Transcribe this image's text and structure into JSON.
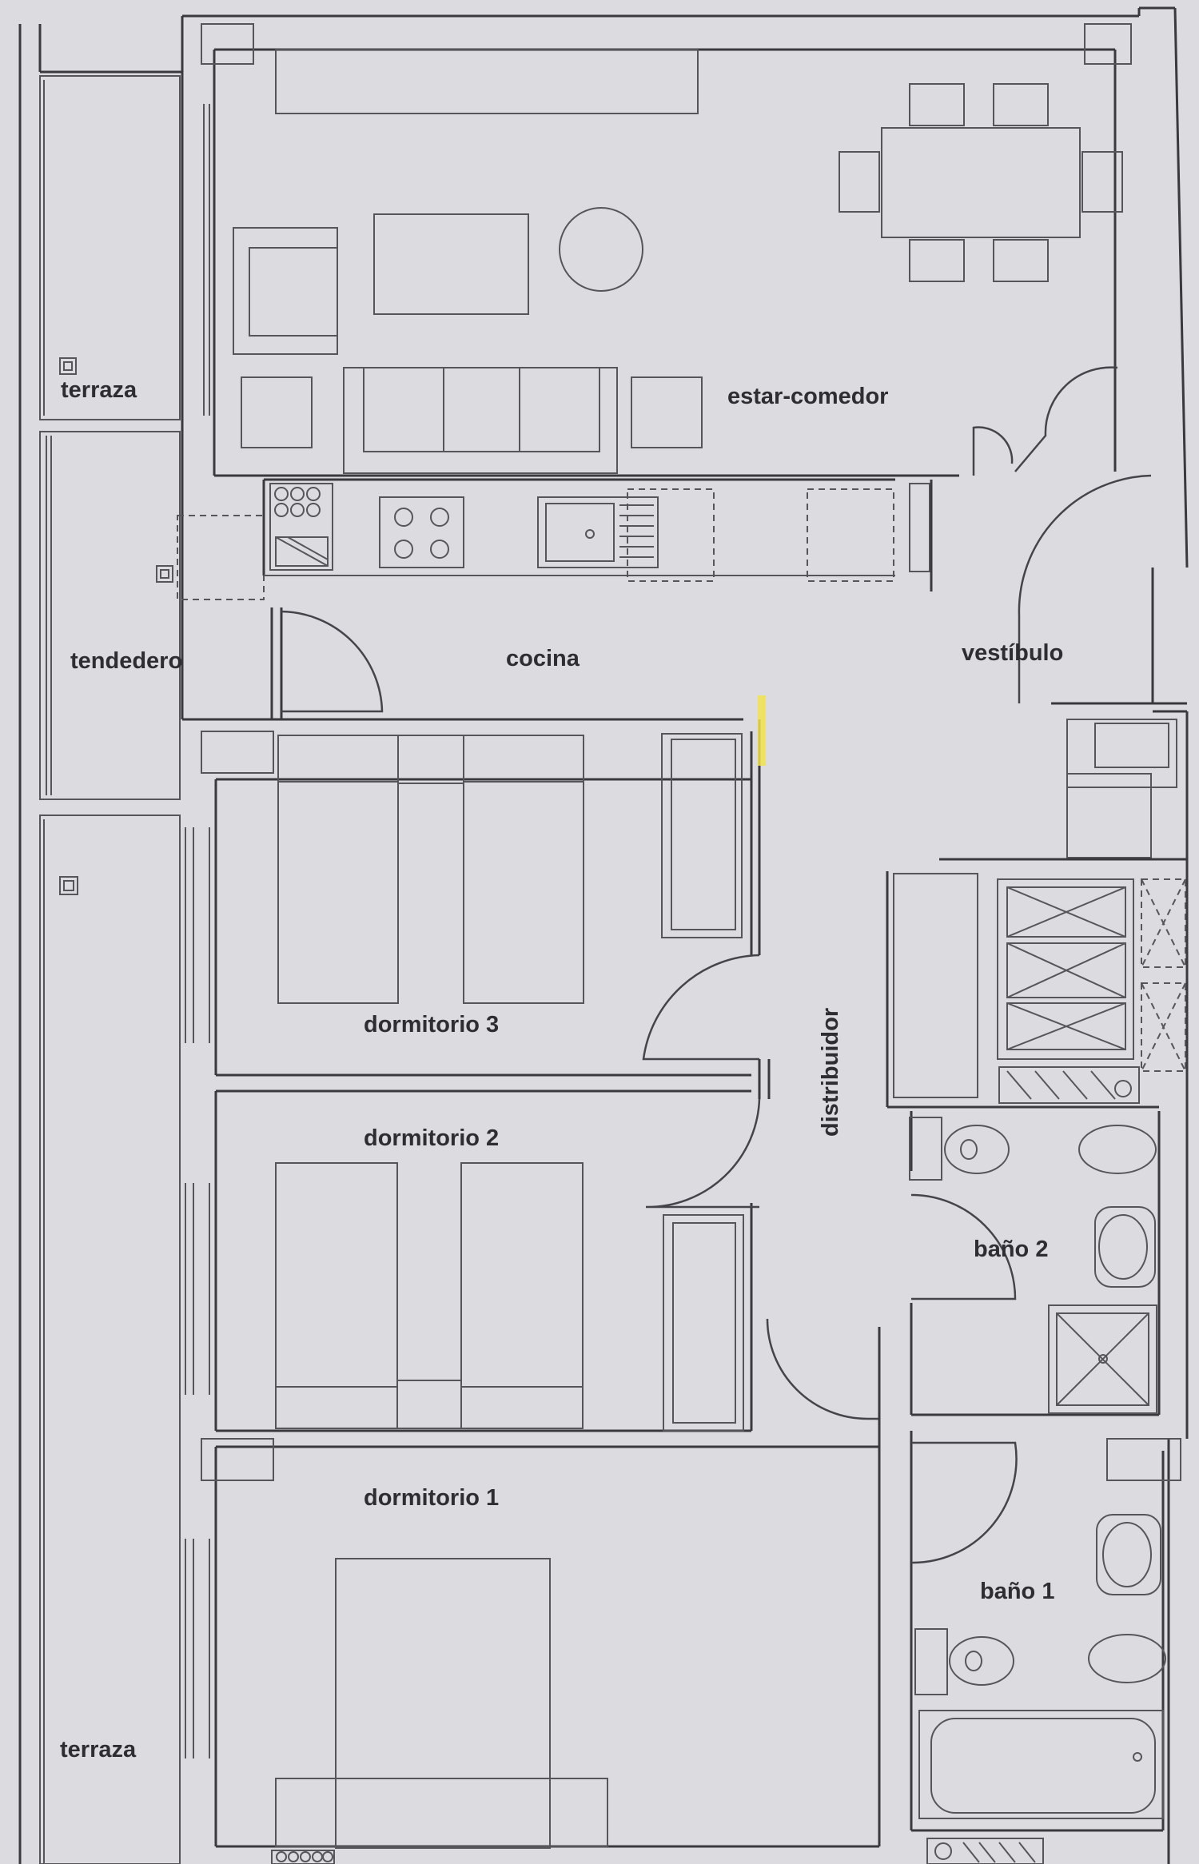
{
  "rooms": {
    "terraza_top": "terraza",
    "estar_comedor": "estar-comedor",
    "tendedero": "tendedero",
    "cocina": "cocina",
    "vestibulo": "vestíbulo",
    "dormitorio_3": "dormitorio 3",
    "distribuidor": "distribuidor",
    "dormitorio_2": "dormitorio 2",
    "bano_2": "baño 2",
    "dormitorio_1": "dormitorio 1",
    "bano_1": "baño 1",
    "terraza_bottom": "terraza"
  },
  "colors": {
    "paper": "#dcdce0",
    "line": "#3a3a3e",
    "highlight": "#f2e24a"
  }
}
